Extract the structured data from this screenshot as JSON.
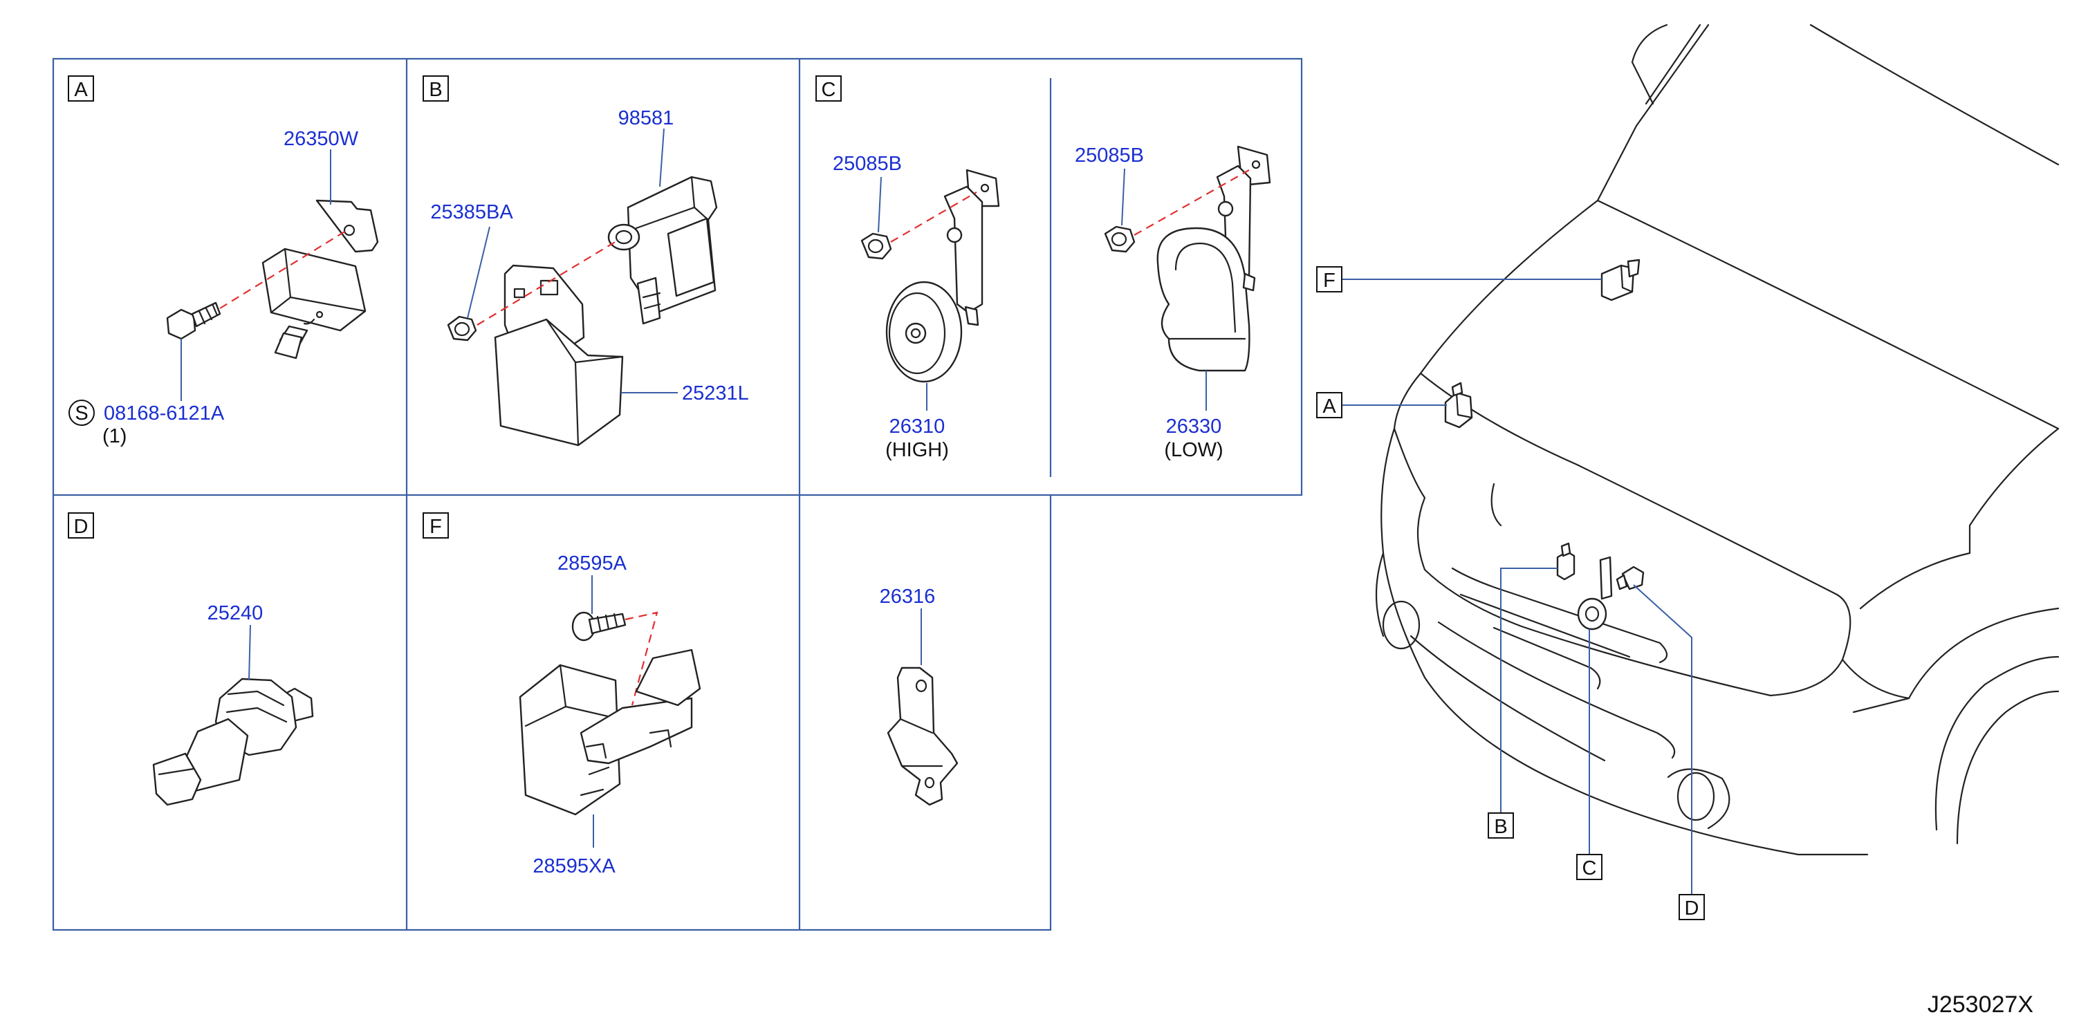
{
  "sections": {
    "A": {
      "box": "A",
      "part1": "26350W",
      "part2": "08168-6121A",
      "symbol": "S",
      "qty": "(1)"
    },
    "B": {
      "box": "B",
      "part1": "98581",
      "part2": "25385BA",
      "part3": "25231L"
    },
    "C": {
      "box": "C",
      "high_nut": "25085B",
      "high_horn": "26310",
      "high_note": "(HIGH)",
      "low_nut": "25085B",
      "low_horn": "26330",
      "low_note": "(LOW)"
    },
    "D": {
      "box": "D",
      "part1": "25240"
    },
    "F": {
      "box": "F",
      "part1": "28595A",
      "part2": "28595XA"
    },
    "G": {
      "part1": "26316"
    }
  },
  "vehicle": {
    "labels": [
      "F",
      "A",
      "B",
      "C",
      "D"
    ]
  },
  "reference_code": "J253027X",
  "colors": {
    "frame": "#3a5fa6",
    "part_number": "#1a2fd1",
    "dashed": "#e03030"
  }
}
